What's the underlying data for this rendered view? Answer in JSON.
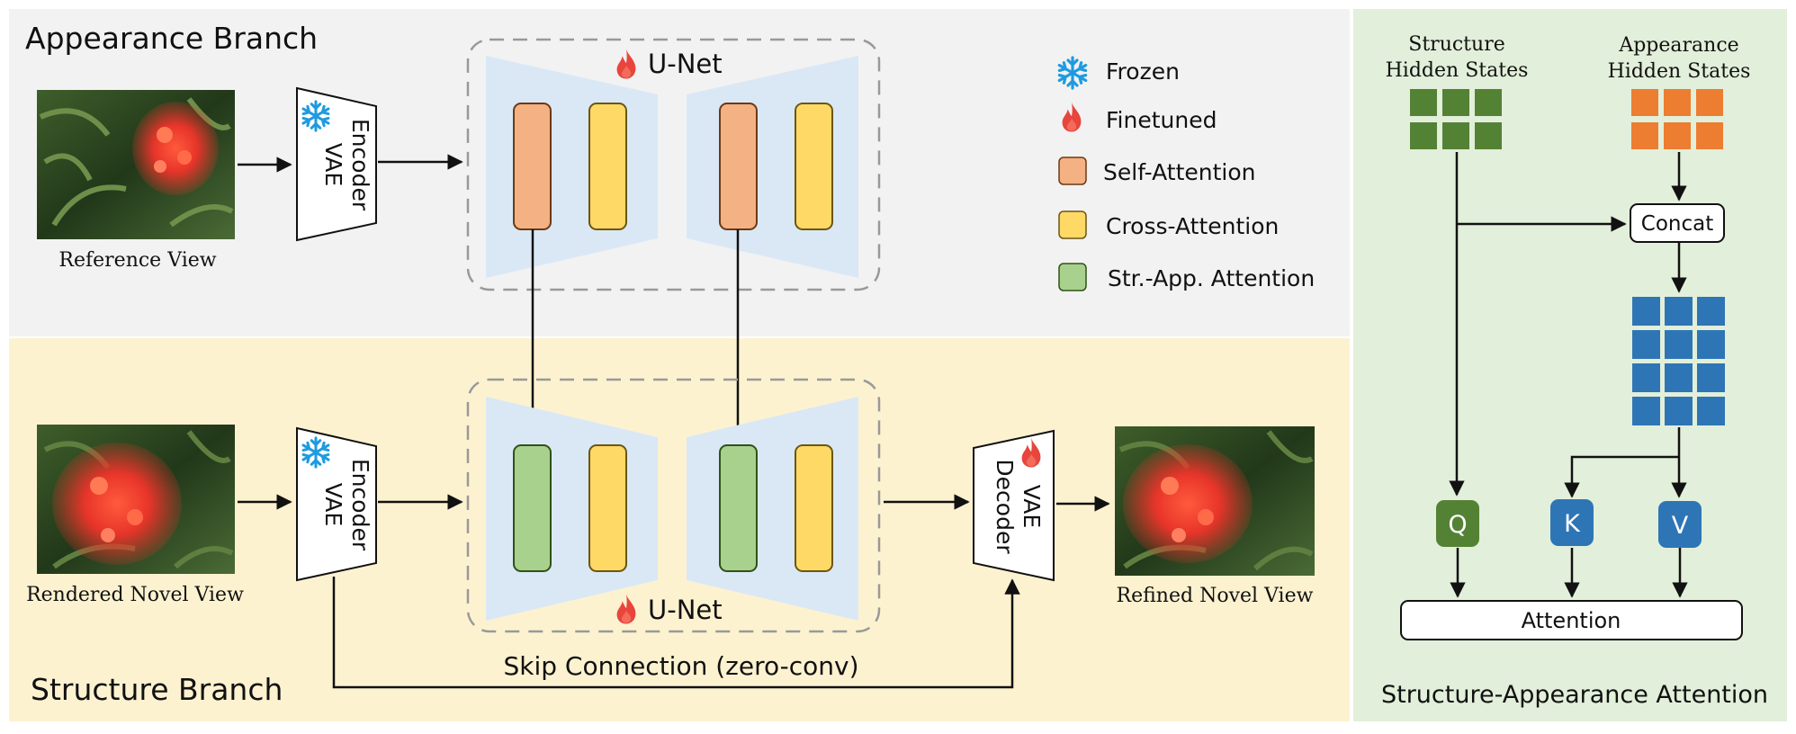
{
  "appearance_branch": {
    "title": "Appearance Branch",
    "image_caption": "Reference View",
    "encoder_label_line1": "VAE",
    "encoder_label_line2": "Encoder",
    "unet_label": "U-Net"
  },
  "structure_branch": {
    "title": "Structure Branch",
    "image_caption": "Rendered Novel View",
    "encoder_label_line1": "VAE",
    "encoder_label_line2": "Encoder",
    "unet_label": "U-Net",
    "decoder_label_line1": "VAE",
    "decoder_label_line2": "Decoder",
    "output_caption": "Refined Novel View",
    "skip_label": "Skip Connection (zero-conv)"
  },
  "legend": {
    "frozen": "Frozen",
    "finetuned": "Finetuned",
    "self_attention": "Self-Attention",
    "cross_attention": "Cross-Attention",
    "str_app_attention": "Str.-App. Attention"
  },
  "attention_panel": {
    "structure_states_line1": "Structure",
    "structure_states_line2": "Hidden States",
    "appearance_states_line1": "Appearance",
    "appearance_states_line2": "Hidden States",
    "concat_label": "Concat",
    "q_label": "Q",
    "k_label": "K",
    "v_label": "V",
    "attention_label": "Attention",
    "panel_title": "Structure-Appearance Attention"
  },
  "colors": {
    "appearance_bg": "#f2f2f2",
    "structure_bg": "#fdf2d0",
    "attention_bg": "#e2efda",
    "self_attention": "#f4b183",
    "cross_attention": "#ffd966",
    "str_app_attention": "#a9d18e",
    "unet_fill": "#dae8f6",
    "frozen_blue": "#1e9be0",
    "flame_red": "#e8453c",
    "green_tile": "#548235",
    "orange_tile": "#ed7d31",
    "blue_tile": "#2e75b6"
  },
  "icons": {
    "frozen": "snowflake-icon",
    "finetuned": "flame-icon"
  }
}
